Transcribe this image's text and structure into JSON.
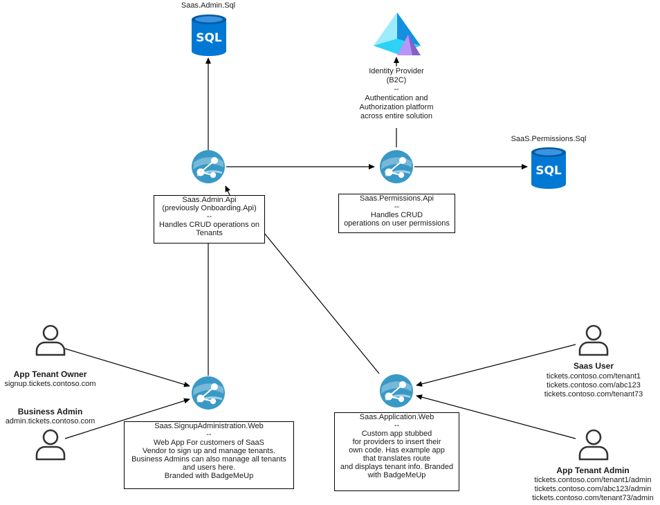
{
  "nodes": {
    "admin_sql": {
      "label": "Saas.Admin.Sql",
      "icon": "sql-database-icon"
    },
    "identity": {
      "label": "Identity Provider\n(B2C)\n--\nAuthentication and\nAuthorization platform\nacross entire solution",
      "icon": "azure-ad-b2c-icon"
    },
    "permissions_sql": {
      "label": "SaaS.Permissions.Sql",
      "icon": "sql-database-icon"
    },
    "admin_api": {
      "label": "Saas.Admin.Api\n(previously Onboarding.Api)\n--\nHandles CRUD operations on\nTenants",
      "icon": "app-service-icon"
    },
    "permissions_api": {
      "label": "Saas.Permissions.Api\n--\nHandles CRUD\noperations on user permissions",
      "icon": "app-service-icon"
    },
    "signup_web": {
      "label": "Saas.SignupAdministration.Web\n--\nWeb App For customers of SaaS\nVendor to sign up and manage tenants.\nBusiness Admins can also manage all tenants\nand users here.\nBranded with BadgeMeUp",
      "icon": "app-service-icon"
    },
    "application_web": {
      "label": "Saas.Application.Web\n--\nCustom app stubbed\nfor providers to insert their\nown code. Has example app\nthat translates route\nand displays tenant info. Branded\nwith BadgeMeUp",
      "icon": "app-service-icon"
    }
  },
  "actors": {
    "tenant_owner": {
      "title": "App Tenant Owner",
      "detail": "signup.tickets.contoso.com",
      "icon": "user-icon"
    },
    "business_admin": {
      "title": "Business Admin",
      "detail": "admin.tickets.contoso.com",
      "icon": "user-icon"
    },
    "saas_user": {
      "title": "Saas User",
      "detail": "tickets.contoso.com/tenant1\ntickets.contoso.com/abc123\ntickets.contoso.com/tenant73",
      "icon": "user-icon"
    },
    "tenant_admin": {
      "title": "App Tenant Admin",
      "detail": "tickets.contoso.com/tenant1/admin\ntickets.contoso.com/abc123/admin\ntickets.contoso.com/tenant73/admin",
      "icon": "user-icon"
    }
  },
  "colors": {
    "sql_blue": "#0078d4",
    "sql_dark": "#005ba1",
    "app_blue": "#3999c6",
    "b2c_cyan": "#50e6ff",
    "b2c_purple": "#8661c5",
    "actor_stroke": "#333333"
  }
}
